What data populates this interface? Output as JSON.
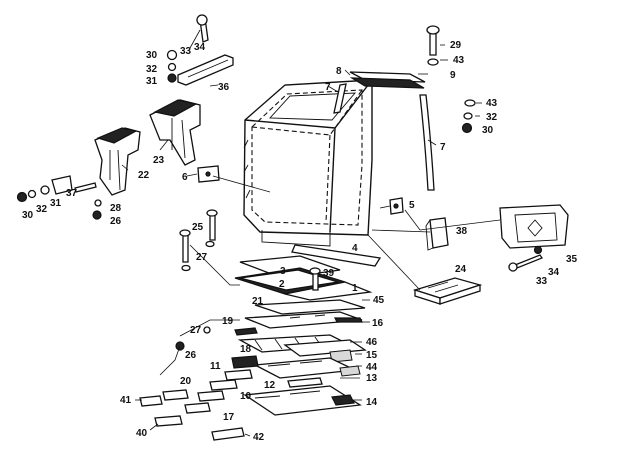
{
  "callouts": {
    "c1": "1",
    "c2": "2",
    "c3": "3",
    "c4": "4",
    "c5": "5",
    "c6": "6",
    "c7a": "7",
    "c7b": "7",
    "c8": "8",
    "c9": "9",
    "c10": "10",
    "c11": "11",
    "c12": "12",
    "c13": "13",
    "c14": "14",
    "c15": "15",
    "c16": "16",
    "c17": "17",
    "c18": "18",
    "c19": "19",
    "c20": "20",
    "c21": "21",
    "c22": "22",
    "c23": "23",
    "c24": "24",
    "c25": "25",
    "c26a": "26",
    "c26b": "26",
    "c27a": "27",
    "c27b": "27",
    "c28": "28",
    "c29": "29",
    "c30a": "30",
    "c30b": "30",
    "c30c": "30",
    "c31a": "31",
    "c31b": "31",
    "c32a": "32",
    "c32b": "32",
    "c32c": "32",
    "c33a": "33",
    "c33b": "33",
    "c34a": "34",
    "c34b": "34",
    "c35": "35",
    "c36": "36",
    "c37": "37",
    "c38": "38",
    "c39": "39",
    "c40": "40",
    "c41": "41",
    "c42": "42",
    "c43a": "43",
    "c43b": "43",
    "c44": "44",
    "c45": "45",
    "c46": "46"
  }
}
